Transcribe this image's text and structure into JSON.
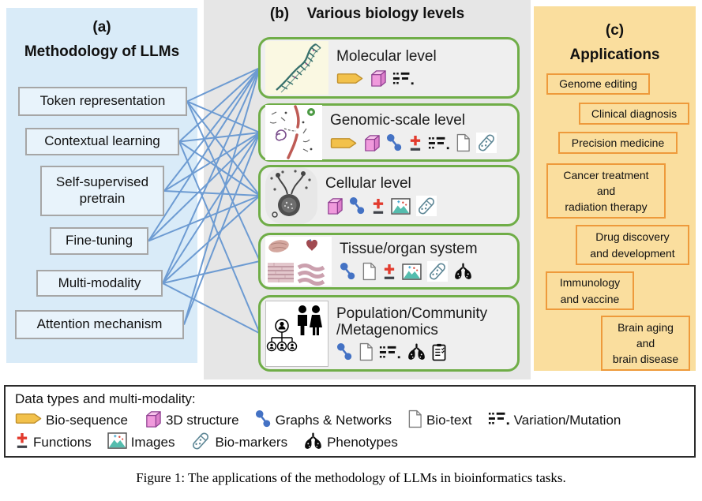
{
  "panel_a": {
    "tag": "(a)",
    "title": "Methodology of LLMs",
    "items": [
      {
        "label": "Token representation"
      },
      {
        "label": "Contextual learning"
      },
      {
        "label": "Self-supervised\npretrain"
      },
      {
        "label": "Fine-tuning"
      },
      {
        "label": "Multi-modality"
      },
      {
        "label": "Attention mechanism"
      }
    ]
  },
  "panel_b": {
    "tag": "(b)",
    "title": "Various biology levels",
    "levels": [
      {
        "title": "Molecular level",
        "thumb": "molecular-thumb",
        "icons": [
          "bio-sequence",
          "3d-structure",
          "variation-mutation"
        ]
      },
      {
        "title": "Genomic-scale level",
        "thumb": "genomic-thumb",
        "icons": [
          "bio-sequence",
          "3d-structure",
          "graphs-networks",
          "functions",
          "variation-mutation",
          "bio-text",
          "bio-markers"
        ]
      },
      {
        "title": "Cellular level",
        "thumb": "cellular-thumb",
        "icons": [
          "3d-structure",
          "graphs-networks",
          "functions",
          "images",
          "bio-markers"
        ]
      },
      {
        "title": "Tissue/organ system",
        "thumb": "tissue-thumb",
        "icons": [
          "graphs-networks",
          "bio-text",
          "functions",
          "images",
          "bio-markers",
          "phenotypes"
        ]
      },
      {
        "title": "Population/Community\n/Metagenomics",
        "thumb": "population-thumb",
        "icons": [
          "graphs-networks",
          "bio-text",
          "variation-mutation",
          "phenotypes",
          "clipboard-checklist"
        ]
      }
    ]
  },
  "panel_c": {
    "tag": "(c)",
    "title": "Applications",
    "items": [
      {
        "label": "Genome editing"
      },
      {
        "label": "Clinical diagnosis"
      },
      {
        "label": "Precision medicine"
      },
      {
        "label": "Cancer treatment\nand\nradiation therapy"
      },
      {
        "label": "Drug discovery\nand development"
      },
      {
        "label": "Immunology\nand vaccine"
      },
      {
        "label": "Brain aging\nand\nbrain disease"
      }
    ]
  },
  "connections": [
    {
      "from": 0,
      "to": 0
    },
    {
      "from": 0,
      "to": 1
    },
    {
      "from": 0,
      "to": 2
    },
    {
      "from": 0,
      "to": 3
    },
    {
      "from": 1,
      "to": 0
    },
    {
      "from": 1,
      "to": 1
    },
    {
      "from": 1,
      "to": 2
    },
    {
      "from": 1,
      "to": 4
    },
    {
      "from": 2,
      "to": 0
    },
    {
      "from": 2,
      "to": 1
    },
    {
      "from": 2,
      "to": 2
    },
    {
      "from": 3,
      "to": 0
    },
    {
      "from": 3,
      "to": 1
    },
    {
      "from": 3,
      "to": 2
    },
    {
      "from": 4,
      "to": 0
    },
    {
      "from": 4,
      "to": 1
    },
    {
      "from": 4,
      "to": 2
    },
    {
      "from": 4,
      "to": 3
    },
    {
      "from": 4,
      "to": 4
    },
    {
      "from": 5,
      "to": 0
    },
    {
      "from": 5,
      "to": 1
    }
  ],
  "legend": {
    "title": "Data types and multi-modality:",
    "rows": [
      [
        {
          "icon": "bio-sequence",
          "label": "Bio-sequence"
        },
        {
          "icon": "3d-structure",
          "label": "3D structure"
        },
        {
          "icon": "graphs-networks",
          "label": "Graphs & Networks"
        },
        {
          "icon": "bio-text",
          "label": "Bio-text"
        },
        {
          "icon": "variation-mutation",
          "label": "Variation/Mutation"
        }
      ],
      [
        {
          "icon": "functions",
          "label": "Functions"
        },
        {
          "icon": "images",
          "label": "Images"
        },
        {
          "icon": "bio-markers",
          "label": "Bio-markers"
        },
        {
          "icon": "phenotypes",
          "label": "Phenotypes"
        }
      ]
    ]
  },
  "caption": "Figure 1: The applications of the methodology of LLMs in bioinformatics tasks.",
  "colors": {
    "panel_a_bg": "#D9EBF8",
    "panel_b_bg": "#E6E6E6",
    "panel_c_bg": "#FADE9E",
    "method_box_border": "#A6A6A6",
    "bio_box_border": "#6FAD47",
    "app_box_border": "#EE9A3B",
    "connector_blue": "#6D9BD2",
    "accent_blue": "#4472C4",
    "accent_red": "#E23B2E",
    "accent_gold": "#F2C14B",
    "accent_pink": "#F09ADC"
  }
}
